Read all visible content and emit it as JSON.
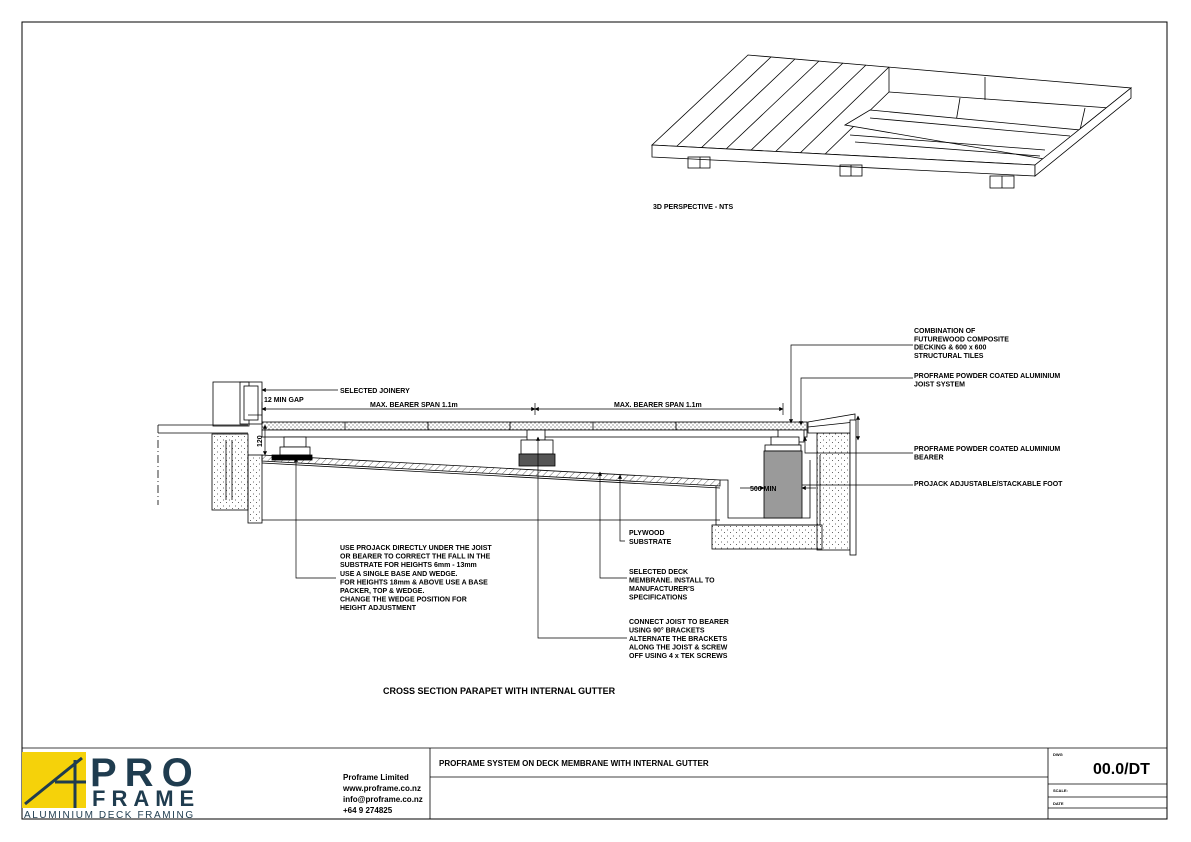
{
  "views": {
    "perspective_caption": "3D PERSPECTIVE - NTS",
    "section_title": "CROSS SECTION PARAPET WITH INTERNAL GUTTER"
  },
  "dimensions": {
    "min_gap": "12 MIN GAP",
    "span_left": "MAX. BEARER SPAN 1.1m",
    "span_right": "MAX. BEARER SPAN 1.1m",
    "height": "120",
    "gutter_min": "500 MIN"
  },
  "callouts": {
    "joinery": "SELECTED JOINERY",
    "decking": [
      "COMBINATION OF",
      "FUTUREWOOD COMPOSITE",
      "DECKING & 600 x 600",
      "STRUCTURAL TILES"
    ],
    "joist": [
      "PROFRAME POWDER COATED ALUMINIUM",
      "JOIST SYSTEM"
    ],
    "bearer": [
      "PROFRAME POWDER COATED ALUMINIUM",
      "BEARER"
    ],
    "foot": [
      "PROJACK ADJUSTABLE/STACKABLE FOOT"
    ],
    "plywood": [
      "PLYWOOD",
      "SUBSTRATE"
    ],
    "membrane": [
      "SELECTED DECK",
      "MEMBRANE.  INSTALL TO",
      "MANUFACTURER'S",
      "SPECIFICATIONS"
    ],
    "connect": [
      "CONNECT JOIST TO BEARER",
      "USING 90° BRACKETS",
      "ALTERNATE THE BRACKETS",
      "ALONG THE JOIST & SCREW",
      "OFF USING 4 x TEK SCREWS"
    ],
    "projack": [
      "USE PROJACK DIRECTLY UNDER THE JOIST",
      "OR BEARER TO CORRECT THE FALL IN THE",
      "SUBSTRATE FOR HEIGHTS 6mm - 13mm",
      "USE A SINGLE BASE AND WEDGE.",
      "FOR HEIGHTS 18mm & ABOVE USE A BASE",
      "PACKER, TOP & WEDGE.",
      "CHANGE THE WEDGE POSITION FOR",
      "HEIGHT ADJUSTMENT"
    ]
  },
  "title_block": {
    "logo_top": "PRO",
    "logo_bottom": "FRAME",
    "logo_tagline": "ALUMINIUM DECK FRAMING",
    "company": "Proframe Limited",
    "website": "www.proframe.co.nz",
    "email": "info@proframe.co.nz",
    "phone": "+64 9 274825",
    "drawing_title": "PROFRAME SYSTEM ON DECK MEMBRANE WITH INTERNAL GUTTER",
    "drawing_number": "00.0/DT",
    "field_dwg": "DWG",
    "field_scale": "SCALE:",
    "field_date": "DATE"
  },
  "colors": {
    "logo_yellow": "#f5d20a",
    "logo_navy": "#1f3c4f",
    "foot_grey": "#9a9a9a"
  }
}
